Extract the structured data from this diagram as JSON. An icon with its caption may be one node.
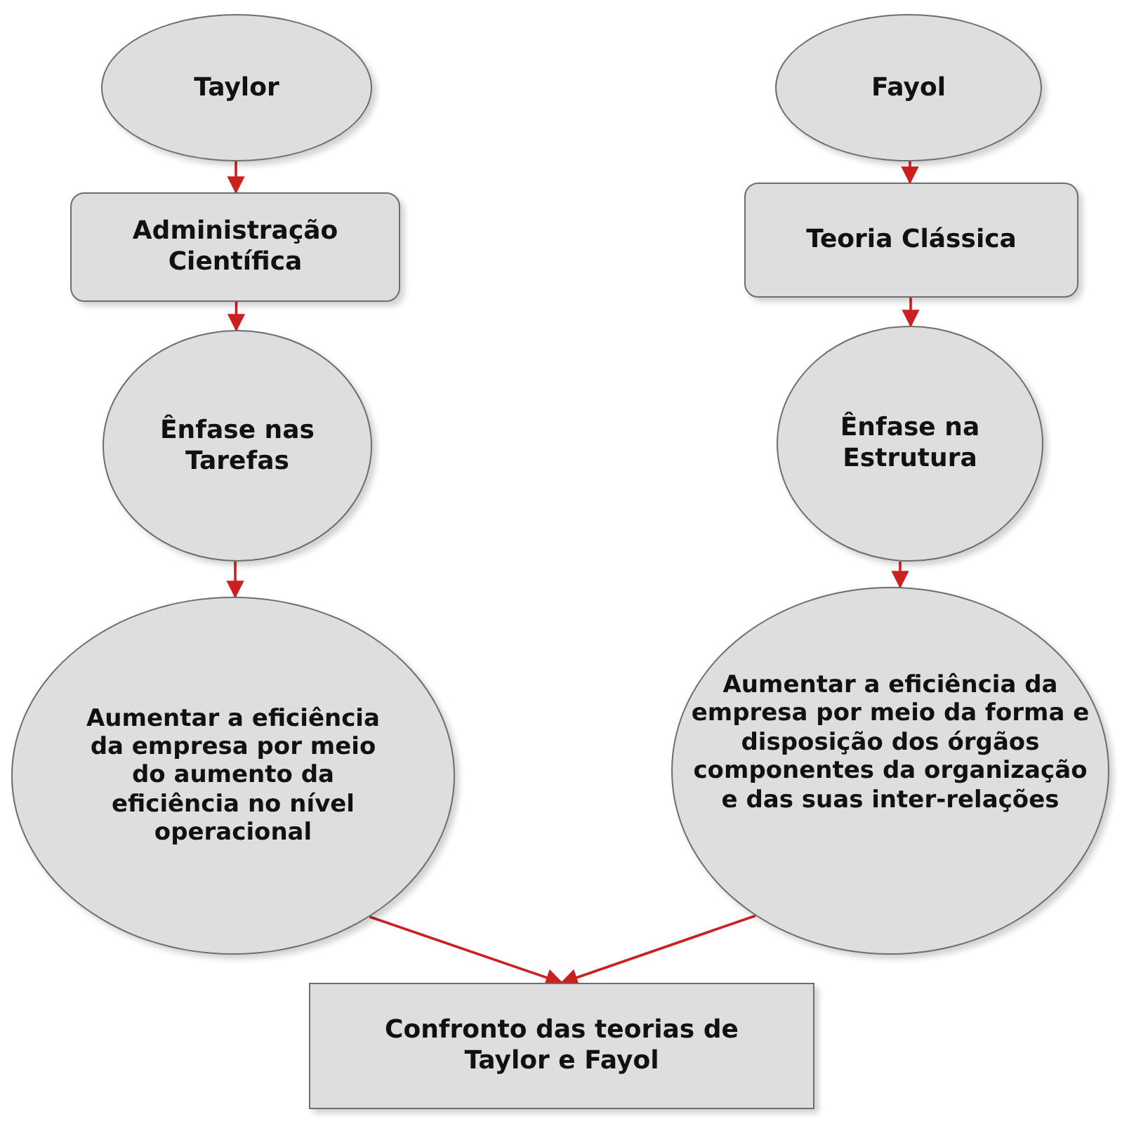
{
  "diagram": {
    "nodes": [
      {
        "text": [
          "Taylor"
        ]
      },
      {
        "text": [
          "Administração Científica"
        ]
      },
      {
        "text": [
          "Ênfase nas Tarefas"
        ]
      },
      {
        "text": [
          "Aumentar a eficiência da empresa por meio do aumento da eficiência no nível operacional"
        ]
      },
      {
        "text": [
          "Fayol"
        ]
      },
      {
        "text": [
          "Teoria Clássica"
        ]
      },
      {
        "text": [
          "Ênfase na Estrutura"
        ]
      },
      {
        "text": [
          "Aumentar a eficiência da empresa por meio da forma e disposição dos órgãos componentes da organização e das suas inter-relações"
        ]
      },
      {
        "text": [
          "Confronto das teorias de Taylor e Fayol"
        ]
      }
    ],
    "edges": [
      {
        "from": 0,
        "to": 1,
        "arrow": "to"
      },
      {
        "from": 1,
        "to": 2,
        "arrow": "to"
      },
      {
        "from": 2,
        "to": 3,
        "arrow": "to"
      },
      {
        "from": 4,
        "to": 5,
        "arrow": "to"
      },
      {
        "from": 5,
        "to": 6,
        "arrow": "to"
      },
      {
        "from": 6,
        "to": 7,
        "arrow": "to"
      },
      {
        "from": 3,
        "to": 8,
        "arrow": "to"
      },
      {
        "from": 7,
        "to": 8,
        "arrow": "to"
      }
    ]
  }
}
